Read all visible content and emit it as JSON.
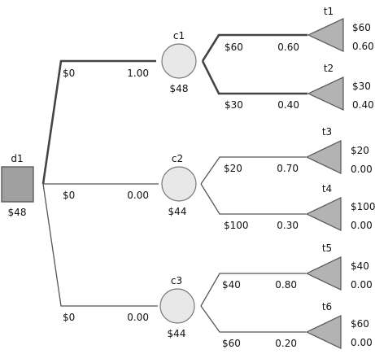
{
  "decision": {
    "name": "d1",
    "value": "$48"
  },
  "branches": [
    {
      "payoff": "$0",
      "prob": "1.00",
      "chance": {
        "name": "c1",
        "value": "$48"
      }
    },
    {
      "payoff": "$0",
      "prob": "0.00",
      "chance": {
        "name": "c2",
        "value": "$44"
      }
    },
    {
      "payoff": "$0",
      "prob": "0.00",
      "chance": {
        "name": "c3",
        "value": "$44"
      }
    }
  ],
  "outcomes": [
    {
      "payoff": "$60",
      "prob": "0.60",
      "terminal": {
        "name": "t1",
        "value": "$60",
        "prob": "0.60"
      }
    },
    {
      "payoff": "$30",
      "prob": "0.40",
      "terminal": {
        "name": "t2",
        "value": "$30",
        "prob": "0.40"
      }
    },
    {
      "payoff": "$20",
      "prob": "0.70",
      "terminal": {
        "name": "t3",
        "value": "$20",
        "prob": "0.00"
      }
    },
    {
      "payoff": "$100",
      "prob": "0.30",
      "terminal": {
        "name": "t4",
        "value": "$100",
        "prob": "0.00"
      }
    },
    {
      "payoff": "$40",
      "prob": "0.80",
      "terminal": {
        "name": "t5",
        "value": "$40",
        "prob": "0.00"
      }
    },
    {
      "payoff": "$60",
      "prob": "0.20",
      "terminal": {
        "name": "t6",
        "value": "$60",
        "prob": "0.00"
      }
    }
  ]
}
